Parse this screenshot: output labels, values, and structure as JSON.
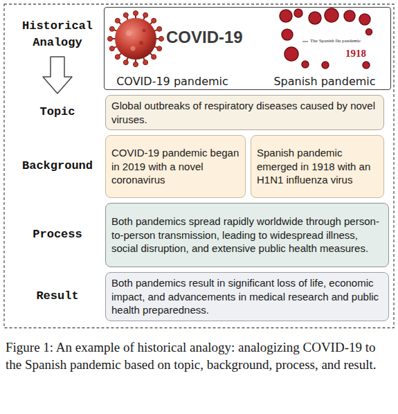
{
  "diagram": {
    "caption": "Figure 1: An example of historical analogy: analogizing COVID-19 to the Spanish pandemic based on topic, background, process, and result.",
    "nodes": [
      {
        "text": [
          "COVID-19 pandemic",
          "Spanish pandemic"
        ]
      },
      {
        "text": [
          "Global outbreaks of respiratory diseases caused by novel viruses."
        ]
      },
      {
        "text": [
          "COVID-19 pandemic began in 2019 with a novel coronavirus"
        ]
      },
      {
        "text": [
          "Spanish pandemic emerged in 1918 with an H1N1 influenza virus"
        ]
      },
      {
        "text": [
          "Both pandemics spread rapidly worldwide through person-to-person transmission, leading to widespread illness, social disruption, and extensive public health measures."
        ]
      },
      {
        "text": [
          "Both pandemics result in significant loss of life, economic impact, and advancements in medical research and public health preparedness."
        ]
      }
    ],
    "labels": [
      "Historical Analogy",
      "Topic",
      "Background",
      "Process",
      "Result",
      "COVID-19",
      "The Spanish flu pandemic",
      "1918"
    ]
  }
}
